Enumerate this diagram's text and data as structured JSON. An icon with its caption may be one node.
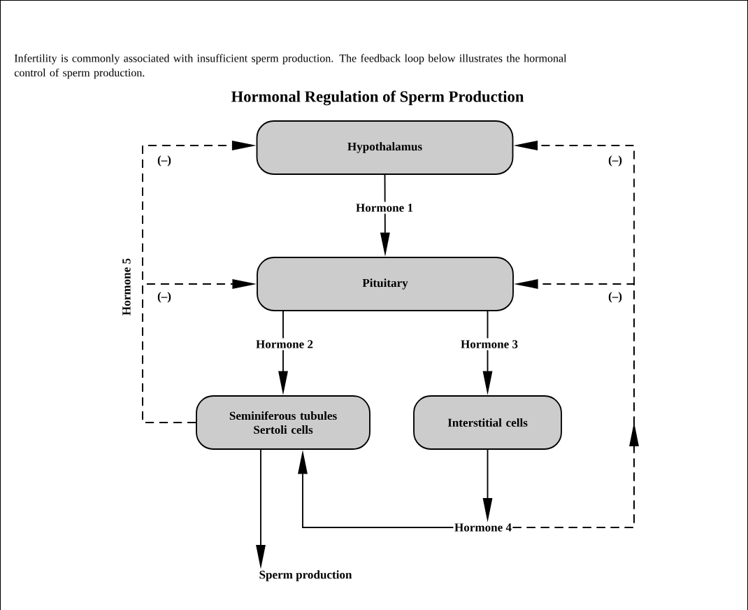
{
  "diagram": {
    "title": "Hormonal Regulation of Sperm Production",
    "nodes": [
      {
        "text": [
          "Hypothalamus"
        ]
      },
      {
        "text": [
          "Pituitary"
        ]
      },
      {
        "text": [
          "Seminiferous tubules",
          "Sertoli cells"
        ]
      },
      {
        "text": [
          "Interstitial cells"
        ]
      },
      {
        "text": [
          "Hormone 4"
        ]
      },
      {
        "text": [
          "Sperm production"
        ]
      }
    ],
    "edges": [
      {
        "from": 0,
        "to": 1,
        "arrow": "to",
        "label": "Hormone 1"
      },
      {
        "from": 1,
        "to": 2,
        "arrow": "to",
        "label": "Hormone 2"
      },
      {
        "from": 1,
        "to": 3,
        "arrow": "to",
        "label": "Hormone 3"
      },
      {
        "from": 3,
        "to": 4,
        "arrow": "to"
      },
      {
        "from": 4,
        "to": 2,
        "arrow": "to"
      },
      {
        "from": 2,
        "to": 5,
        "arrow": "to"
      },
      {
        "from": 2,
        "to": 1,
        "arrow": "to",
        "style": "dashed",
        "label": "(–)"
      },
      {
        "from": 2,
        "to": 0,
        "arrow": "to",
        "style": "dashed",
        "label": "(–)"
      },
      {
        "from": 4,
        "to": 1,
        "arrow": "to",
        "style": "dashed",
        "label": "(–)"
      },
      {
        "from": 4,
        "to": 0,
        "arrow": "to",
        "style": "dashed",
        "label": "(–)"
      }
    ],
    "labels": [
      "Infertility is commonly associated with insufficient sperm production.  The feedback loop below illustrates the hormonal control of sperm production.",
      "Hormone 5"
    ]
  }
}
